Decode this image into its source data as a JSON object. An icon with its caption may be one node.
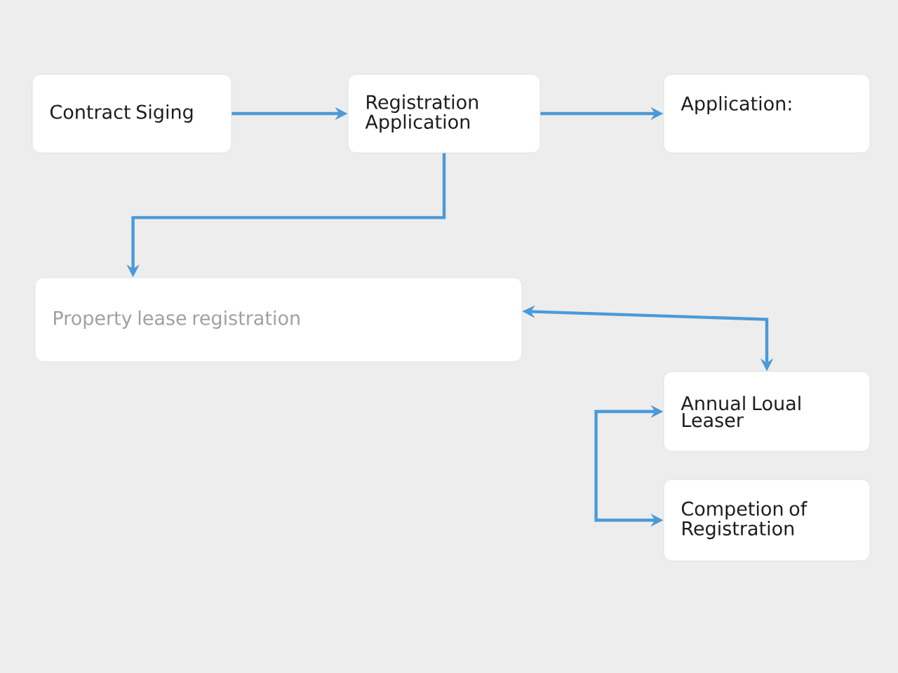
{
  "diagram": {
    "nodes": [
      {
        "text": [
          "Contract Siging"
        ]
      },
      {
        "text": [
          "Registration Application"
        ]
      },
      {
        "text": [
          "Application:"
        ]
      },
      {
        "text": [
          "Property lease registration"
        ]
      },
      {
        "text": [
          "Annual Loual Leaser"
        ]
      },
      {
        "text": [
          "Competion of Registration"
        ]
      }
    ],
    "edges": [
      {
        "from": 0,
        "to": 1,
        "arrow": "to"
      },
      {
        "from": 1,
        "to": 2,
        "arrow": "to"
      },
      {
        "from": 1,
        "to": 3,
        "arrow": "to"
      },
      {
        "from": 4,
        "to": 3,
        "arrow": "both"
      },
      {
        "from": 4,
        "to": 5,
        "arrow": "both"
      }
    ]
  }
}
